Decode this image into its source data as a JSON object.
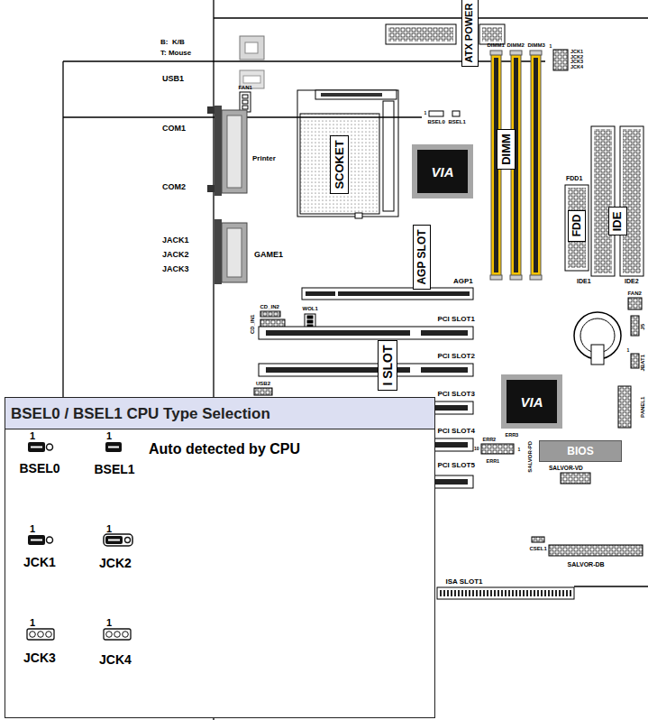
{
  "diagram": {
    "nodes": [
      {
        "text": [
          "ATX POWER"
        ]
      },
      {
        "text": [
          "SCOKET"
        ]
      },
      {
        "text": [
          "VIA"
        ]
      },
      {
        "text": [
          "DIMM"
        ]
      },
      {
        "text": [
          "FDD"
        ]
      },
      {
        "text": [
          "IDE"
        ]
      },
      {
        "text": [
          "AGP SLOT"
        ]
      },
      {
        "text": [
          "I SLOT"
        ]
      },
      {
        "text": [
          "VIA"
        ]
      },
      {
        "text": [
          "BIOS"
        ]
      },
      {
        "text": [
          "BSEL0 / BSEL1 CPU Type Selection"
        ]
      }
    ],
    "labels": [
      "B:  K/B",
      "T: Mouse",
      "USB1",
      "FAN1",
      "COM1",
      "Printer",
      "COM2",
      "JACK1",
      "JACK2",
      "JACK3",
      "GAME1",
      "DIMM1",
      "DIMM2",
      "DIMM3",
      "1",
      "JCK1",
      "JCK2",
      "JCK3",
      "JCK4",
      "1",
      "BSEL0",
      "BSEL1",
      "FDD1",
      "IDE1",
      "IDE2",
      "AGP1",
      "FAN2",
      "J5",
      "JBAT1",
      "1",
      "CD_IN2",
      "CD_IN1",
      "WOL1",
      "PCI SLOT1",
      "PCI SLOT2",
      "PCI SLOT3",
      "USB2",
      "PCI SLOT4",
      "PCI SLOT5",
      "PANEL1",
      "ERR3",
      "ERR2",
      "ERR1",
      "SALVOR-PD",
      "SALVOR-VD",
      "10",
      "1",
      "CSEL1",
      "SALVOR-DB",
      "ISA SLOT1",
      "1",
      "1",
      "BSEL0",
      "BSEL1",
      "Auto detected by CPU",
      "1",
      "1",
      "JCK1",
      "JCK2",
      "1",
      "1",
      "JCK3",
      "JCK4"
    ]
  }
}
